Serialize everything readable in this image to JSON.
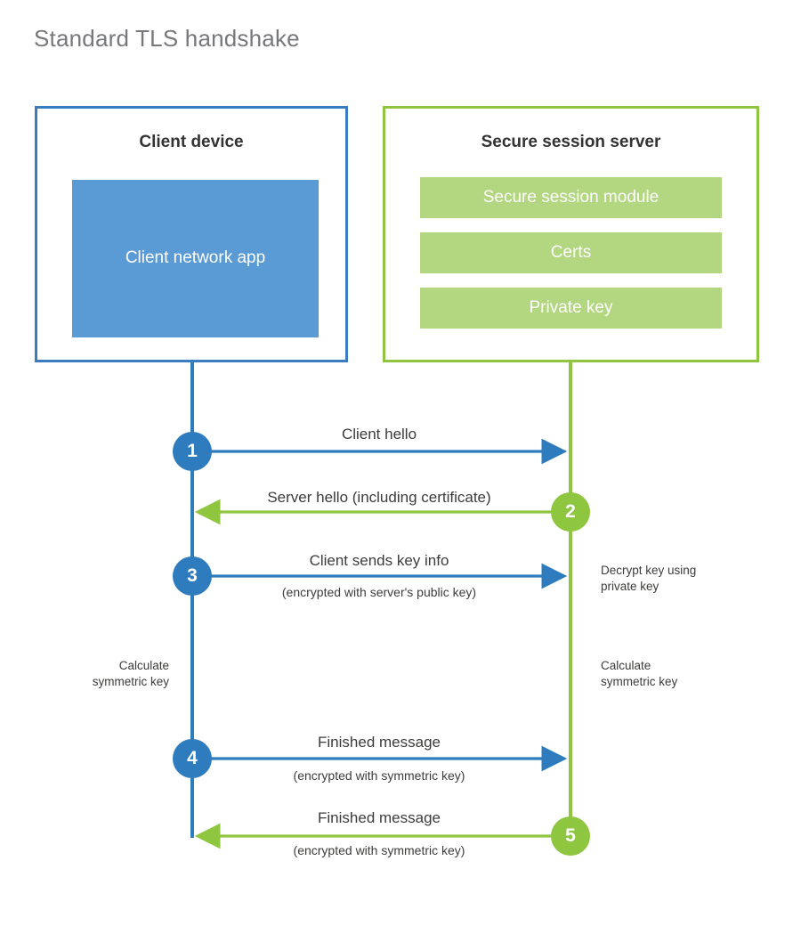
{
  "title": "Standard TLS handshake",
  "colors": {
    "client_border": "#3b7cc0",
    "client_fill": "#5b9bd5",
    "client_accent": "#2e7cbe",
    "server_border": "#8ec640",
    "server_fill": "#b2d780",
    "server_accent": "#8ec640",
    "title_text": "#77787b",
    "body_text": "#3c3c3b"
  },
  "client": {
    "title": "Client device",
    "app_label": "Client network\napp"
  },
  "server": {
    "title": "Secure session server",
    "modules": [
      {
        "label": "Secure session module"
      },
      {
        "label": "Certs"
      },
      {
        "label": "Private key"
      }
    ]
  },
  "steps": [
    {
      "number": "1",
      "label": "Client hello",
      "sub": "",
      "direction": "client-to-server",
      "color": "blue"
    },
    {
      "number": "2",
      "label": "Server hello (including certificate)",
      "sub": "",
      "direction": "server-to-client",
      "color": "green"
    },
    {
      "number": "3",
      "label": "Client sends key info",
      "sub": "(encrypted with server's public key)",
      "direction": "client-to-server",
      "color": "blue"
    },
    {
      "number": "4",
      "label": "Finished message",
      "sub": "(encrypted with symmetric key)",
      "direction": "client-to-server",
      "color": "blue"
    },
    {
      "number": "5",
      "label": "Finished message",
      "sub": "(encrypted with symmetric key)",
      "direction": "server-to-client",
      "color": "green"
    }
  ],
  "notes": {
    "server_decrypt": "Decrypt key using\nprivate key",
    "client_calculate": "Calculate\nsymmetric key",
    "server_calculate": "Calculate\nsymmetric key"
  }
}
